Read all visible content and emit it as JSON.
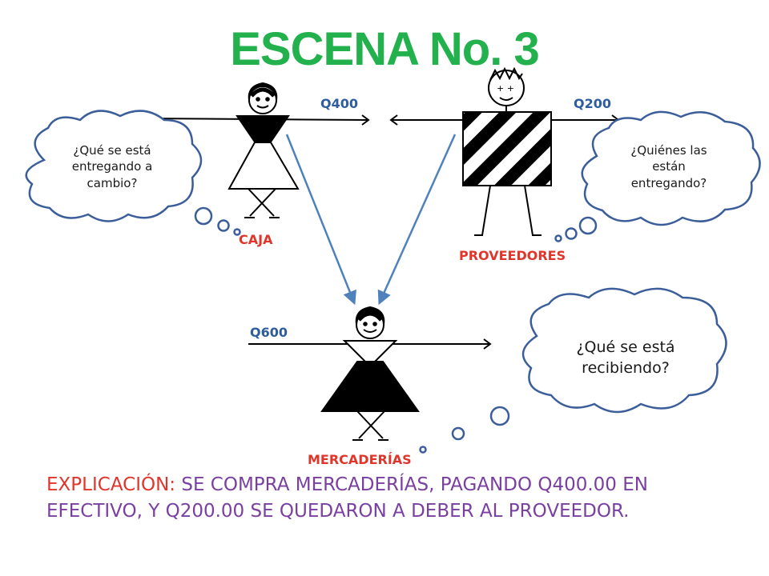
{
  "title": "ESCENA No. 3",
  "amounts": {
    "caja": "Q400",
    "proveedores": "Q200",
    "mercaderias": "Q600"
  },
  "roles": {
    "caja": "CAJA",
    "proveedores": "PROVEEDORES",
    "mercaderias": "MERCADERÍAS"
  },
  "bubbles": {
    "left": [
      "¿Qué se está",
      "entregando a",
      "cambio?"
    ],
    "right": [
      "¿Quiénes las",
      "están",
      "entregando?"
    ],
    "bottom": [
      "¿Qué se está",
      "recibiendo?"
    ]
  },
  "explanation": {
    "label": "EXPLICACIÓN:",
    "text": "SE COMPRA MERCADERÍAS, PAGANDO Q400.00 EN EFECTIVO, Y Q200.00 SE QUEDARON A DEBER AL PROVEEDOR."
  },
  "colors": {
    "title": "#22b14c",
    "amount": "#2e5d9f",
    "role": "#e0352b",
    "explain": "#7a3fa0",
    "arrow": "#4f81bd",
    "bubble_stroke": "#3b5e9a"
  }
}
